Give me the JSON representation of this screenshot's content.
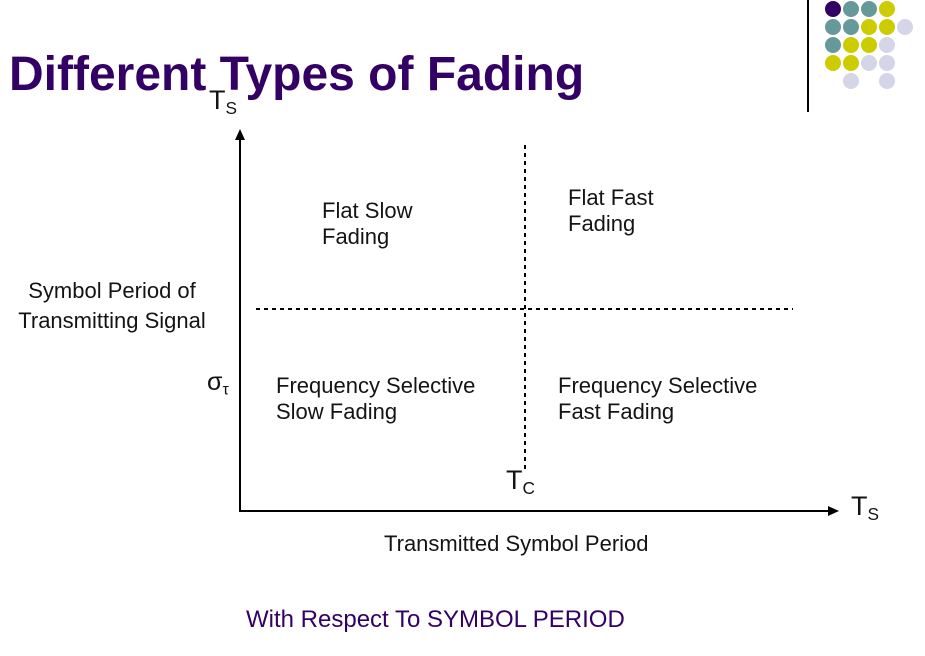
{
  "slide": {
    "title": "Different Types of Fading",
    "footer": "With Respect To SYMBOL PERIOD"
  },
  "decoration": {
    "colors": {
      "purple": "#330066",
      "teal": "#669999",
      "yellow": "#CCCC00",
      "lavender": "#D5D5E8"
    },
    "grid": [
      [
        "purple",
        "teal",
        "teal",
        "yellow",
        null
      ],
      [
        "teal",
        "teal",
        "yellow",
        "yellow",
        "lavender"
      ],
      [
        "teal",
        "yellow",
        "yellow",
        "lavender",
        null
      ],
      [
        "yellow",
        "yellow",
        "lavender",
        "lavender",
        null
      ],
      [
        null,
        "lavender",
        null,
        "lavender",
        null
      ]
    ]
  },
  "diagram": {
    "y_axis_symbol": {
      "main": "T",
      "sub": "S"
    },
    "x_axis_symbol": {
      "main": "T",
      "sub": "S"
    },
    "coherence_time_symbol": {
      "main": "T",
      "sub": "C"
    },
    "delay_spread_symbol": {
      "main": "σ",
      "sub": "τ"
    },
    "left_axis_caption": "Symbol Period of\nTransmitting Signal",
    "bottom_axis_caption": "Transmitted Symbol Period",
    "quadrants": {
      "top_left": "Flat Slow\nFading",
      "top_right": "Flat Fast\nFading",
      "bottom_left": "Frequency Selective\nSlow Fading",
      "bottom_right": "Frequency Selective\nFast Fading"
    }
  }
}
